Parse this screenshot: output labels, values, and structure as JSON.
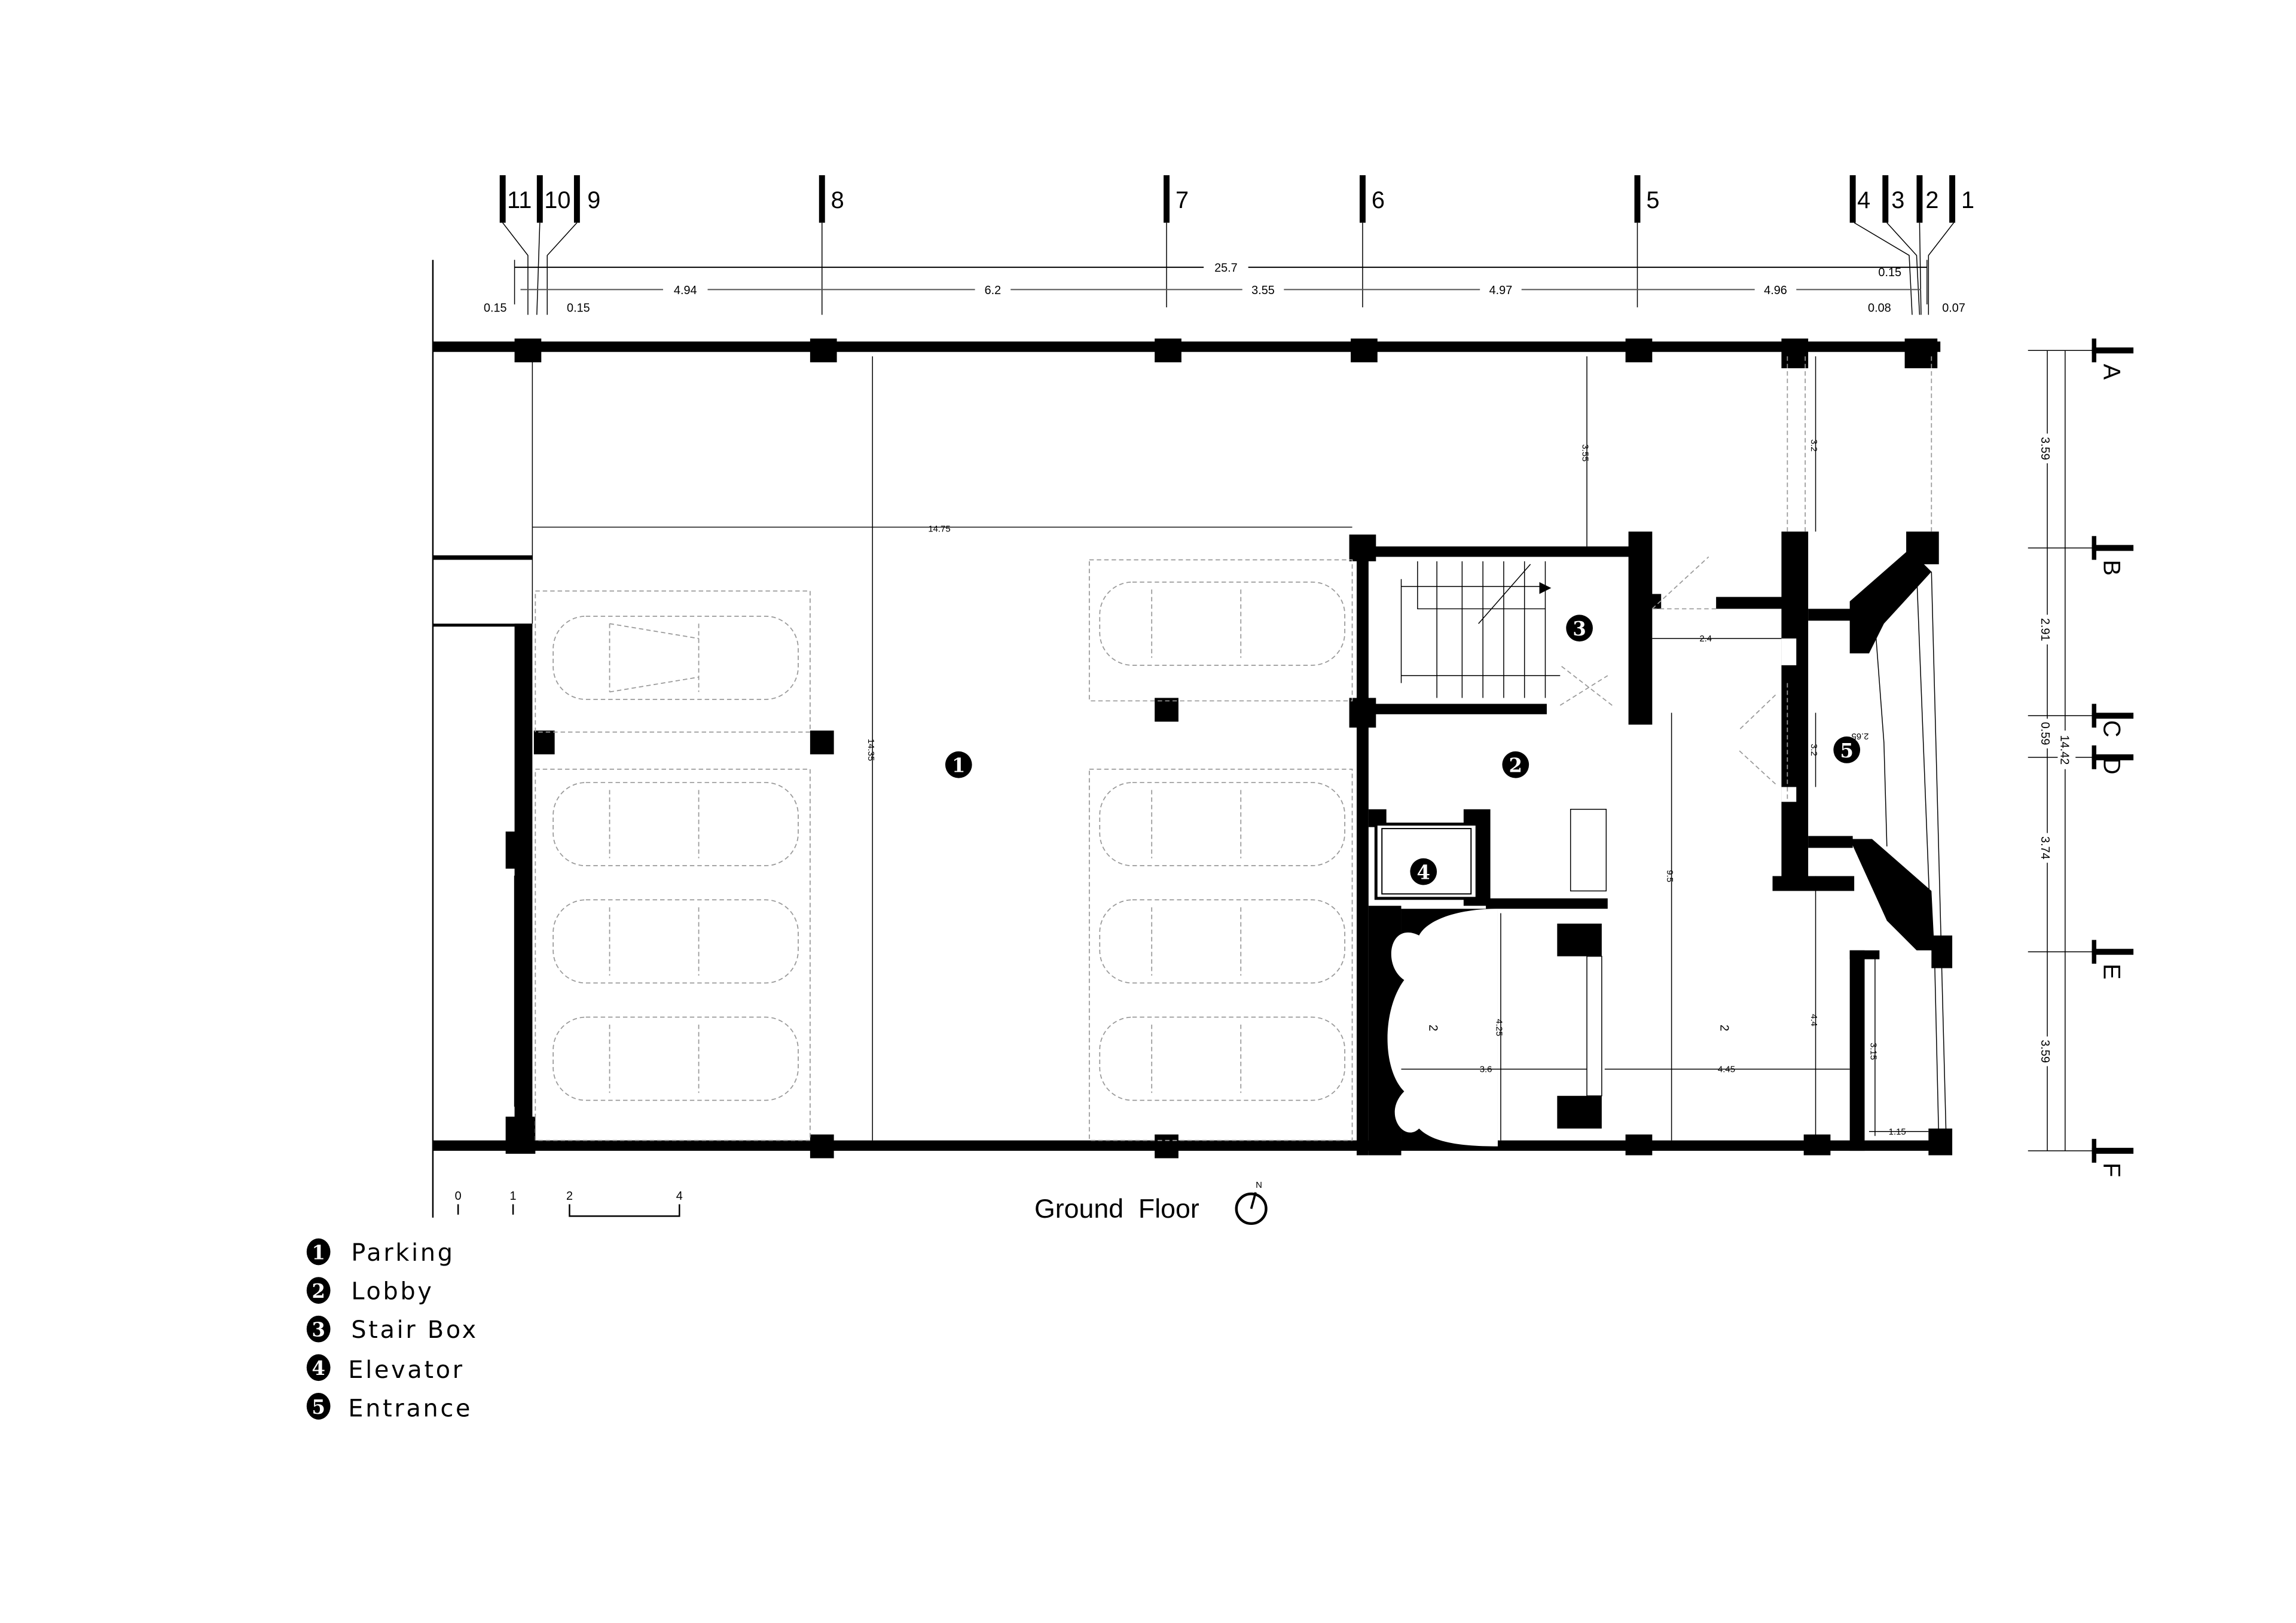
{
  "title": "Ground  Floor",
  "north_label": "N",
  "grid_columns": [
    "11",
    "10",
    "9",
    "8",
    "7",
    "6",
    "5",
    "4",
    "3",
    "2",
    "1"
  ],
  "grid_rows": [
    "A",
    "B",
    "C",
    "D",
    "E",
    "F"
  ],
  "dimensions_top": {
    "overall": "25.7",
    "bays": [
      "4.94",
      "6.2",
      "3.55",
      "4.97",
      "4.96"
    ],
    "left_small": [
      "0.15",
      "0.15"
    ],
    "right_small": [
      "0.15",
      "0.08",
      "0.07"
    ]
  },
  "dimensions_right": {
    "overall": "14.42",
    "bays": [
      "3.59",
      "2.91",
      "0.59",
      "3.74",
      "3.59"
    ]
  },
  "dimensions_plan": {
    "parking_width": "14.75",
    "parking_depth": "14.35",
    "stair_setback": "3.55",
    "yard_depth": "3.2",
    "corridor": "2.4",
    "lobby_depth": "9.5",
    "entrance_depth": "3.2",
    "entrance_width": "2.65",
    "lobby_lower": "4.4",
    "lobby_width": "4.45",
    "room_width": "3.6",
    "room_depth": "4.25",
    "side_depth": "3.15",
    "side_width": "1.15",
    "level_a": "2",
    "level_b": "2"
  },
  "scale_bar": [
    "0",
    "1",
    "2",
    "4"
  ],
  "room_markers": [
    "1",
    "2",
    "3",
    "4",
    "5"
  ],
  "legend": [
    {
      "num": "1",
      "label": "Parking"
    },
    {
      "num": "2",
      "label": "Lobby"
    },
    {
      "num": "3",
      "label": "Stair Box"
    },
    {
      "num": "4",
      "label": "Elevator"
    },
    {
      "num": "5",
      "label": "Entrance"
    }
  ]
}
